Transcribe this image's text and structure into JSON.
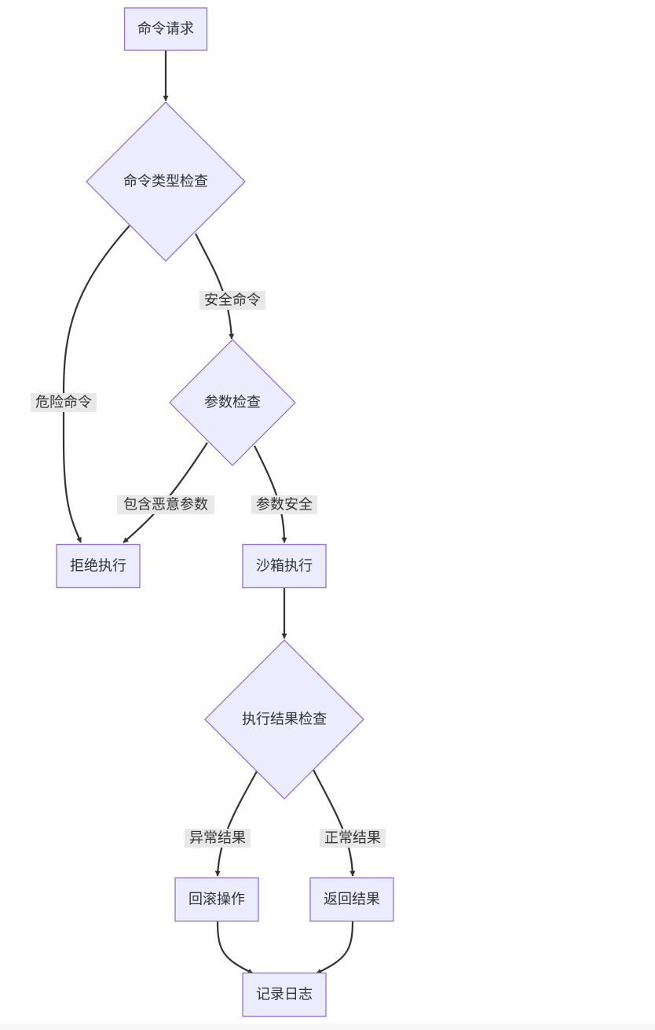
{
  "diagram": {
    "type": "flowchart",
    "direction": "top-down",
    "colors": {
      "node_fill": "#ececff",
      "node_stroke": "#9370db",
      "edge": "#333333",
      "label_bg": "#e8e8e8",
      "text": "#333333"
    },
    "nodes": [
      {
        "id": "request",
        "label": "命令请求",
        "shape": "rect"
      },
      {
        "id": "type_check",
        "label": "命令类型检查",
        "shape": "diamond"
      },
      {
        "id": "param_check",
        "label": "参数检查",
        "shape": "diamond"
      },
      {
        "id": "reject",
        "label": "拒绝执行",
        "shape": "rect"
      },
      {
        "id": "sandbox",
        "label": "沙箱执行",
        "shape": "rect"
      },
      {
        "id": "result_check",
        "label": "执行结果检查",
        "shape": "diamond"
      },
      {
        "id": "rollback",
        "label": "回滚操作",
        "shape": "rect"
      },
      {
        "id": "return_result",
        "label": "返回结果",
        "shape": "rect"
      },
      {
        "id": "log",
        "label": "记录日志",
        "shape": "rect"
      }
    ],
    "edges": [
      {
        "from": "request",
        "to": "type_check",
        "label": ""
      },
      {
        "from": "type_check",
        "to": "reject",
        "label": "危险命令"
      },
      {
        "from": "type_check",
        "to": "param_check",
        "label": "安全命令"
      },
      {
        "from": "param_check",
        "to": "reject",
        "label": "包含恶意参数"
      },
      {
        "from": "param_check",
        "to": "sandbox",
        "label": "参数安全"
      },
      {
        "from": "sandbox",
        "to": "result_check",
        "label": ""
      },
      {
        "from": "result_check",
        "to": "rollback",
        "label": "异常结果"
      },
      {
        "from": "result_check",
        "to": "return_result",
        "label": "正常结果"
      },
      {
        "from": "rollback",
        "to": "log",
        "label": ""
      },
      {
        "from": "return_result",
        "to": "log",
        "label": ""
      }
    ]
  }
}
